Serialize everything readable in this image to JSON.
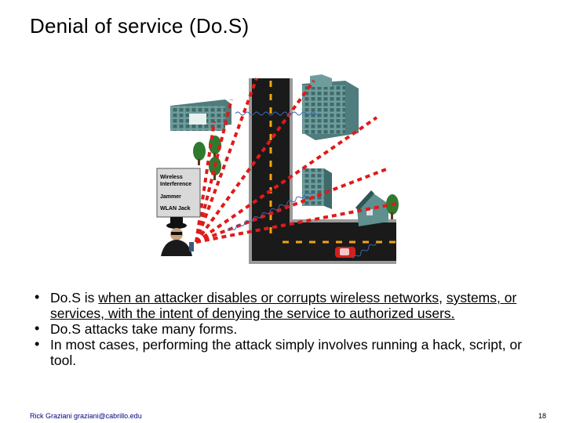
{
  "slide": {
    "title": "Denial of service (Do.S)",
    "bullets": [
      {
        "lead": "Do.S",
        "connector": " is ",
        "rest_underlined": "when an attacker disables or corrupts wireless networks,",
        "rest_plain": "systems, or services, with the intent of denying the service to authorized users."
      },
      {
        "text": "Do.S attacks take many forms."
      },
      {
        "text": "In most cases, performing the attack simply involves running a hack, script, or tool."
      }
    ],
    "footer_author": "Rick Graziani graziani@cabrillo.edu",
    "page_number": "18"
  },
  "illustration": {
    "sign_lines": [
      "Wireless",
      "Interference",
      "Jammer",
      "WLAN Jack"
    ],
    "colors": {
      "road": "#1a1a1a",
      "road_edge": "#9a9a9a",
      "lane_marks": "#f2a413",
      "jam_lines": "#e01a1a",
      "building": "#5f8f8f",
      "tree": "#2f7a2f"
    }
  }
}
